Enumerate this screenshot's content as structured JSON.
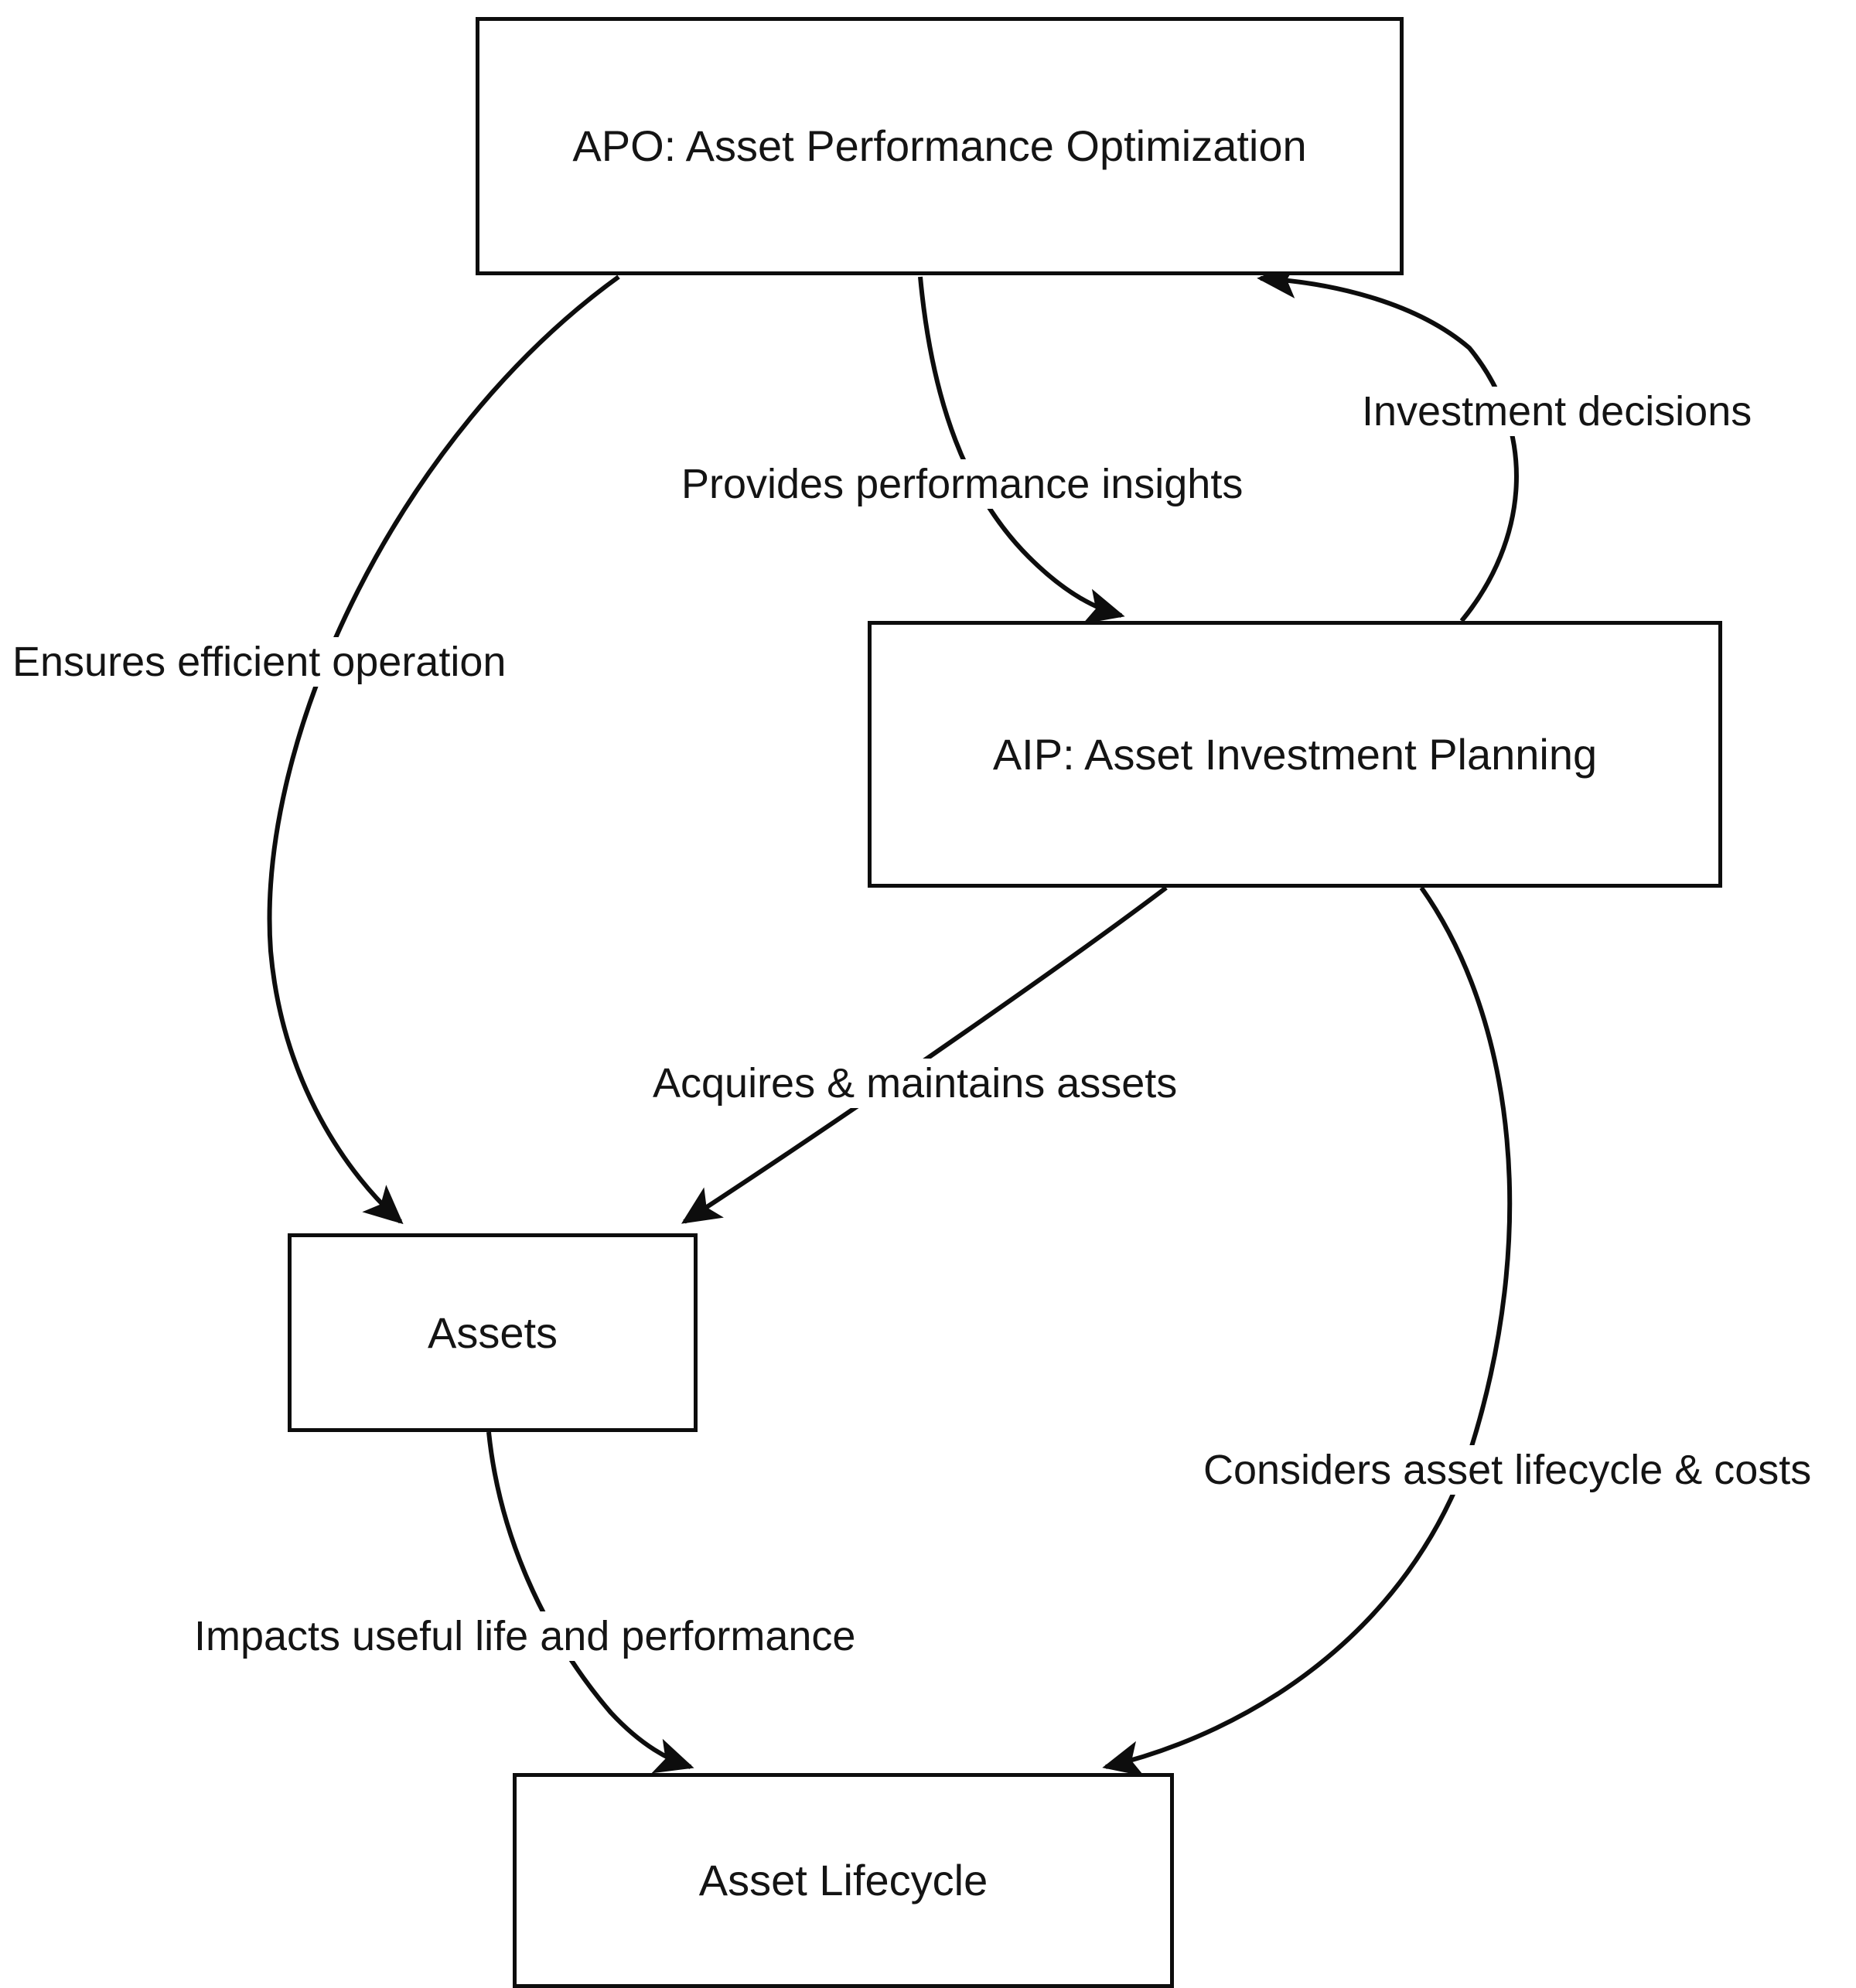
{
  "diagram": {
    "title": "Asset management relationship flowchart",
    "type": "flowchart",
    "background_color": "#ffffff",
    "stroke_color": "#0d0d0d",
    "text_color": "#141414",
    "nodes": [
      {
        "id": "apo",
        "label": "APO: Asset Performance Optimization"
      },
      {
        "id": "aip",
        "label": "AIP: Asset Investment Planning"
      },
      {
        "id": "assets",
        "label": "Assets"
      },
      {
        "id": "lifecycle",
        "label": "Asset Lifecycle"
      }
    ],
    "edges": [
      {
        "id": "apo-assets",
        "from": "apo",
        "to": "assets",
        "label": "Ensures efficient operation"
      },
      {
        "id": "apo-aip",
        "from": "apo",
        "to": "aip",
        "label": "Provides performance insights"
      },
      {
        "id": "aip-apo",
        "from": "aip",
        "to": "apo",
        "label": "Investment decisions"
      },
      {
        "id": "aip-assets",
        "from": "aip",
        "to": "assets",
        "label": "Acquires & maintains assets"
      },
      {
        "id": "aip-lifecycle",
        "from": "aip",
        "to": "lifecycle",
        "label": "Considers asset lifecycle & costs"
      },
      {
        "id": "assets-lifecycle",
        "from": "assets",
        "to": "lifecycle",
        "label": "Impacts useful life and performance"
      }
    ]
  }
}
